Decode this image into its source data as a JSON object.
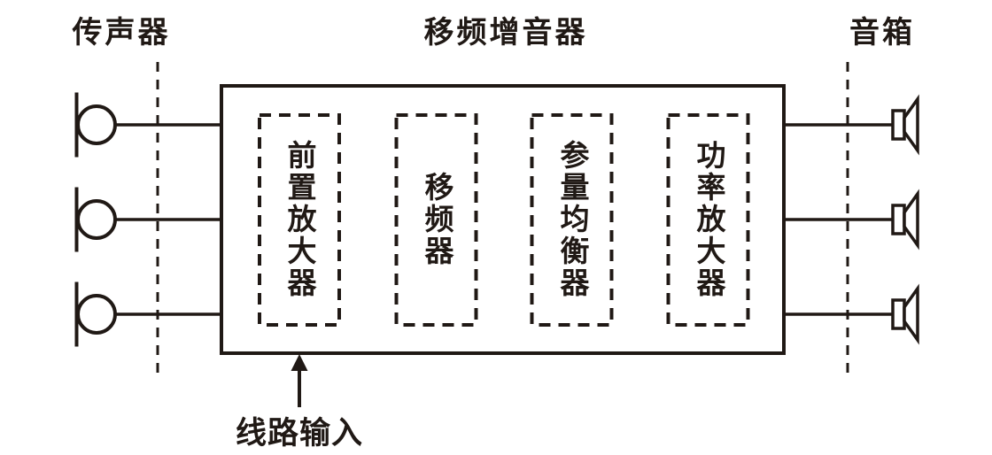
{
  "diagram": {
    "title": "移频增音器",
    "input_section_label": "传声器",
    "output_section_label": "音箱",
    "line_input_label": "线路输入",
    "modules": [
      {
        "label": "前置放大器"
      },
      {
        "label": "移频器"
      },
      {
        "label": "参量均衡器"
      },
      {
        "label": "功率放大器"
      }
    ],
    "icons": {
      "input_device": "microphone-icon",
      "output_device": "speaker-icon",
      "input_marker": "up-arrow-icon"
    },
    "counts": {
      "microphones": 3,
      "speakers": 3
    },
    "colors": {
      "stroke": "#201915",
      "background": "#ffffff"
    }
  }
}
